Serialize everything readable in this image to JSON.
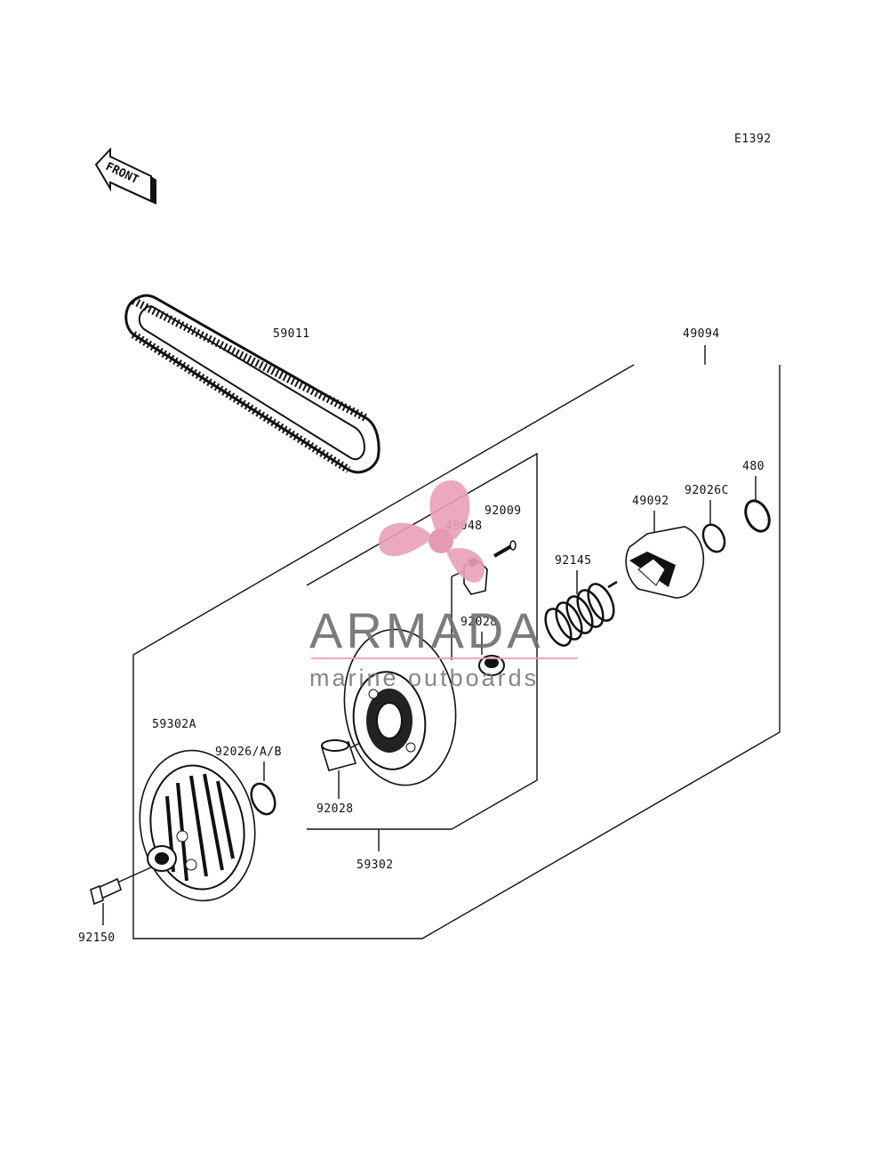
{
  "diagram": {
    "code": "E1392",
    "front_label": "FRONT",
    "part_labels": {
      "belt": "59011",
      "converter_assy": "49094",
      "clip": "480",
      "washer_c": "92026C",
      "cam": "49092",
      "spring": "92145",
      "pin": "92009",
      "weight": "49048",
      "bushing_upper": "92028",
      "bushing_lower": "92028",
      "sheave_fixed": "59302A",
      "washer_ab": "92026/A/B",
      "sheave_assy": "59302",
      "bolt": "92150"
    }
  },
  "watermark": {
    "brand": "ARMADA",
    "tagline": "marine outboards",
    "color": "#e8a0b8"
  }
}
